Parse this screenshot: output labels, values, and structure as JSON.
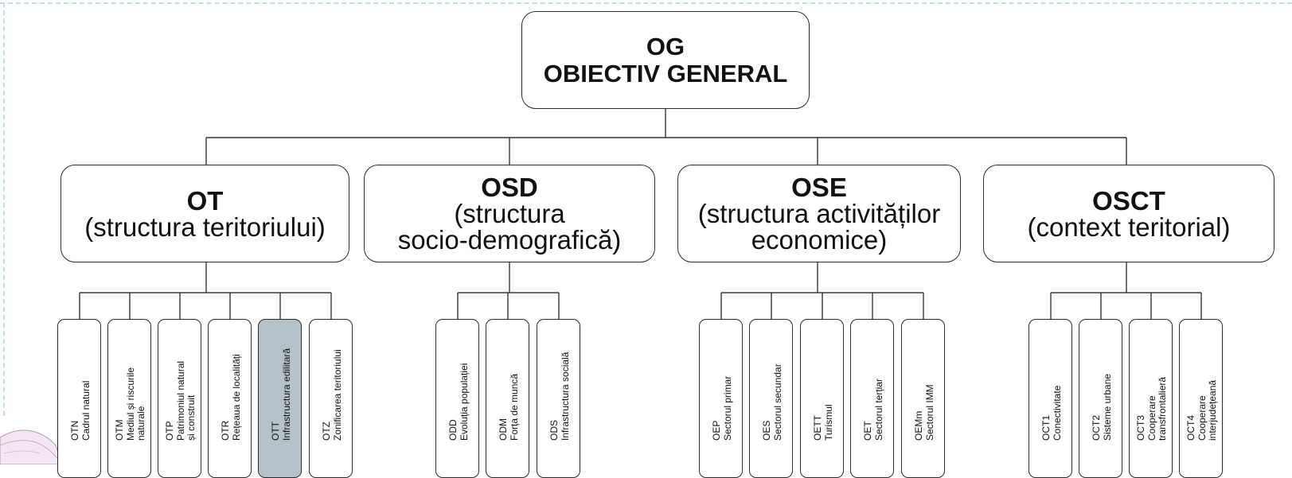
{
  "root": {
    "code": "OG",
    "title": "OBIECTIV GENERAL"
  },
  "groups": [
    {
      "code": "OT",
      "title": "(structura teritoriului)",
      "title2": "",
      "items": [
        {
          "code": "OTN",
          "label": "Cadrul natural",
          "label2": "",
          "highlight": false
        },
        {
          "code": "OTM",
          "label": "Mediul și riscurile",
          "label2": "naturale",
          "highlight": false
        },
        {
          "code": "OTP",
          "label": "Patrimoniul natural",
          "label2": "și construit",
          "highlight": false
        },
        {
          "code": "OTR",
          "label": "Rețeaua de localități",
          "label2": "",
          "highlight": false
        },
        {
          "code": "OTT",
          "label": "Infrastructura edilitară",
          "label2": "",
          "highlight": true
        },
        {
          "code": "OTZ",
          "label": "Zonificarea teritoriului",
          "label2": "",
          "highlight": false
        }
      ]
    },
    {
      "code": "OSD",
      "title": "(structura",
      "title2": "socio-demografică)",
      "items": [
        {
          "code": "ODD",
          "label": "Evoluția populației",
          "label2": "",
          "highlight": false
        },
        {
          "code": "ODM",
          "label": "Forța de muncă",
          "label2": "",
          "highlight": false
        },
        {
          "code": "ODS",
          "label": "Infrastructura socială",
          "label2": "",
          "highlight": false
        }
      ]
    },
    {
      "code": "OSE",
      "title": "(structura activităților",
      "title2": "economice)",
      "items": [
        {
          "code": "OEP",
          "label": "Sectorul primar",
          "label2": "",
          "highlight": false
        },
        {
          "code": "OES",
          "label": "Sectorul secundar",
          "label2": "",
          "highlight": false
        },
        {
          "code": "OETT",
          "label": "Turismul",
          "label2": "",
          "highlight": false
        },
        {
          "code": "OET",
          "label": "Sectorul terțiar",
          "label2": "",
          "highlight": false
        },
        {
          "code": "OEMm",
          "label": "Sectorul IMM",
          "label2": "",
          "highlight": false
        }
      ]
    },
    {
      "code": "OSCT",
      "title": "(context teritorial)",
      "title2": "",
      "items": [
        {
          "code": "OCT1",
          "label": "Conectivitate",
          "label2": "",
          "highlight": false
        },
        {
          "code": "OCT2",
          "label": "Sisteme urbane",
          "label2": "",
          "highlight": false
        },
        {
          "code": "OCT3",
          "label": "Cooperare",
          "label2": "transfrontalieră",
          "highlight": false
        },
        {
          "code": "OCT4",
          "label": "Cooperare",
          "label2": "interjudețeană",
          "highlight": false
        }
      ]
    }
  ]
}
